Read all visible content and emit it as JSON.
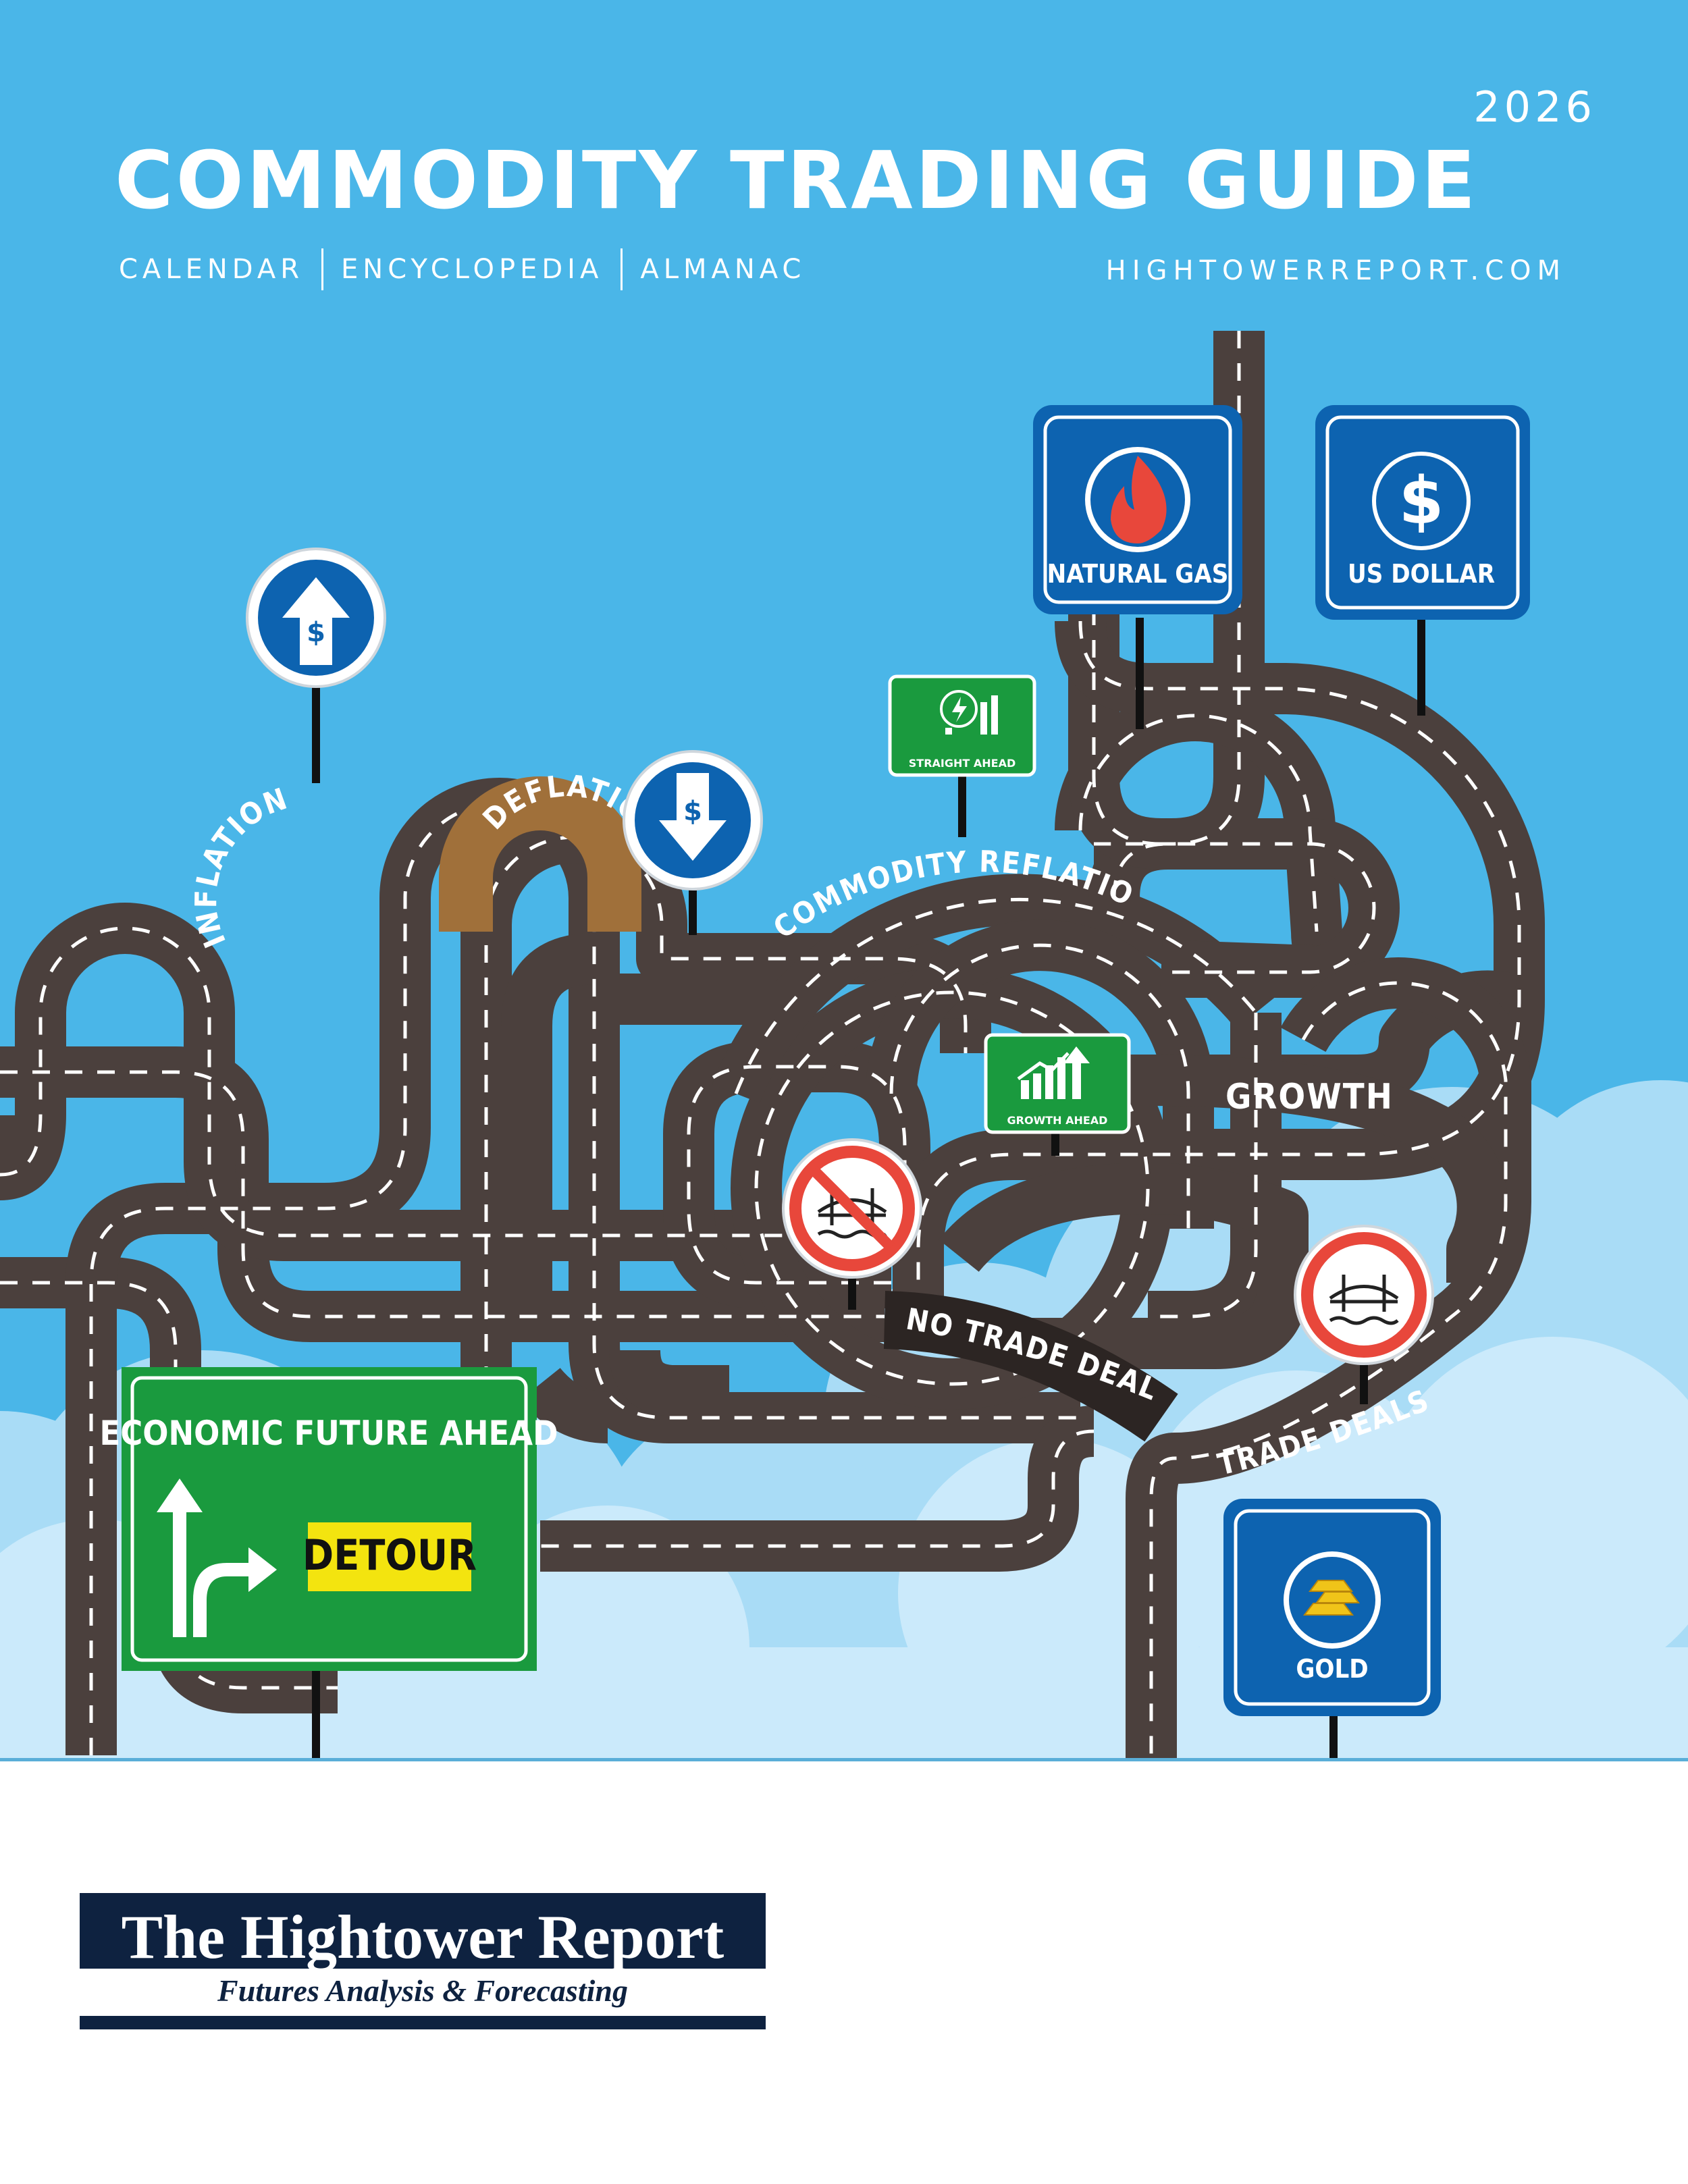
{
  "header": {
    "year": "2026",
    "title": "COMMODITY TRADING GUIDE",
    "sections": [
      "CALENDAR",
      "ENCYCLOPEDIA",
      "ALMANAC"
    ],
    "website": "HIGHTOWERREPORT.COM"
  },
  "road_labels": {
    "inflation": "INFLATION",
    "deflation": "DEFLATION",
    "commodity_reflation": "COMMODITY REFLATION",
    "growth": "GROWTH",
    "no_trade_deals": "NO TRADE DEALS",
    "trade_deals": "TRADE DEALS"
  },
  "signs": {
    "natural_gas": "NATURAL GAS",
    "us_dollar": "US DOLLAR",
    "gold": "GOLD",
    "straight_ahead": "STRAIGHT AHEAD",
    "growth_ahead": "GROWTH AHEAD",
    "economic_future": "ECONOMIC FUTURE AHEAD",
    "detour": "DETOUR",
    "dollar_glyph": "$"
  },
  "brand": {
    "name": "The Hightower Report",
    "tagline": "Futures Analysis & Forecasting"
  },
  "colors": {
    "sky": "#4ab6e8",
    "road": "#4b403d",
    "sign_blue": "#0d63b0",
    "sign_green": "#1a9a3e",
    "detour_yellow": "#f3e40f",
    "prohibit_red": "#e8473b",
    "navy": "#0e2240"
  }
}
